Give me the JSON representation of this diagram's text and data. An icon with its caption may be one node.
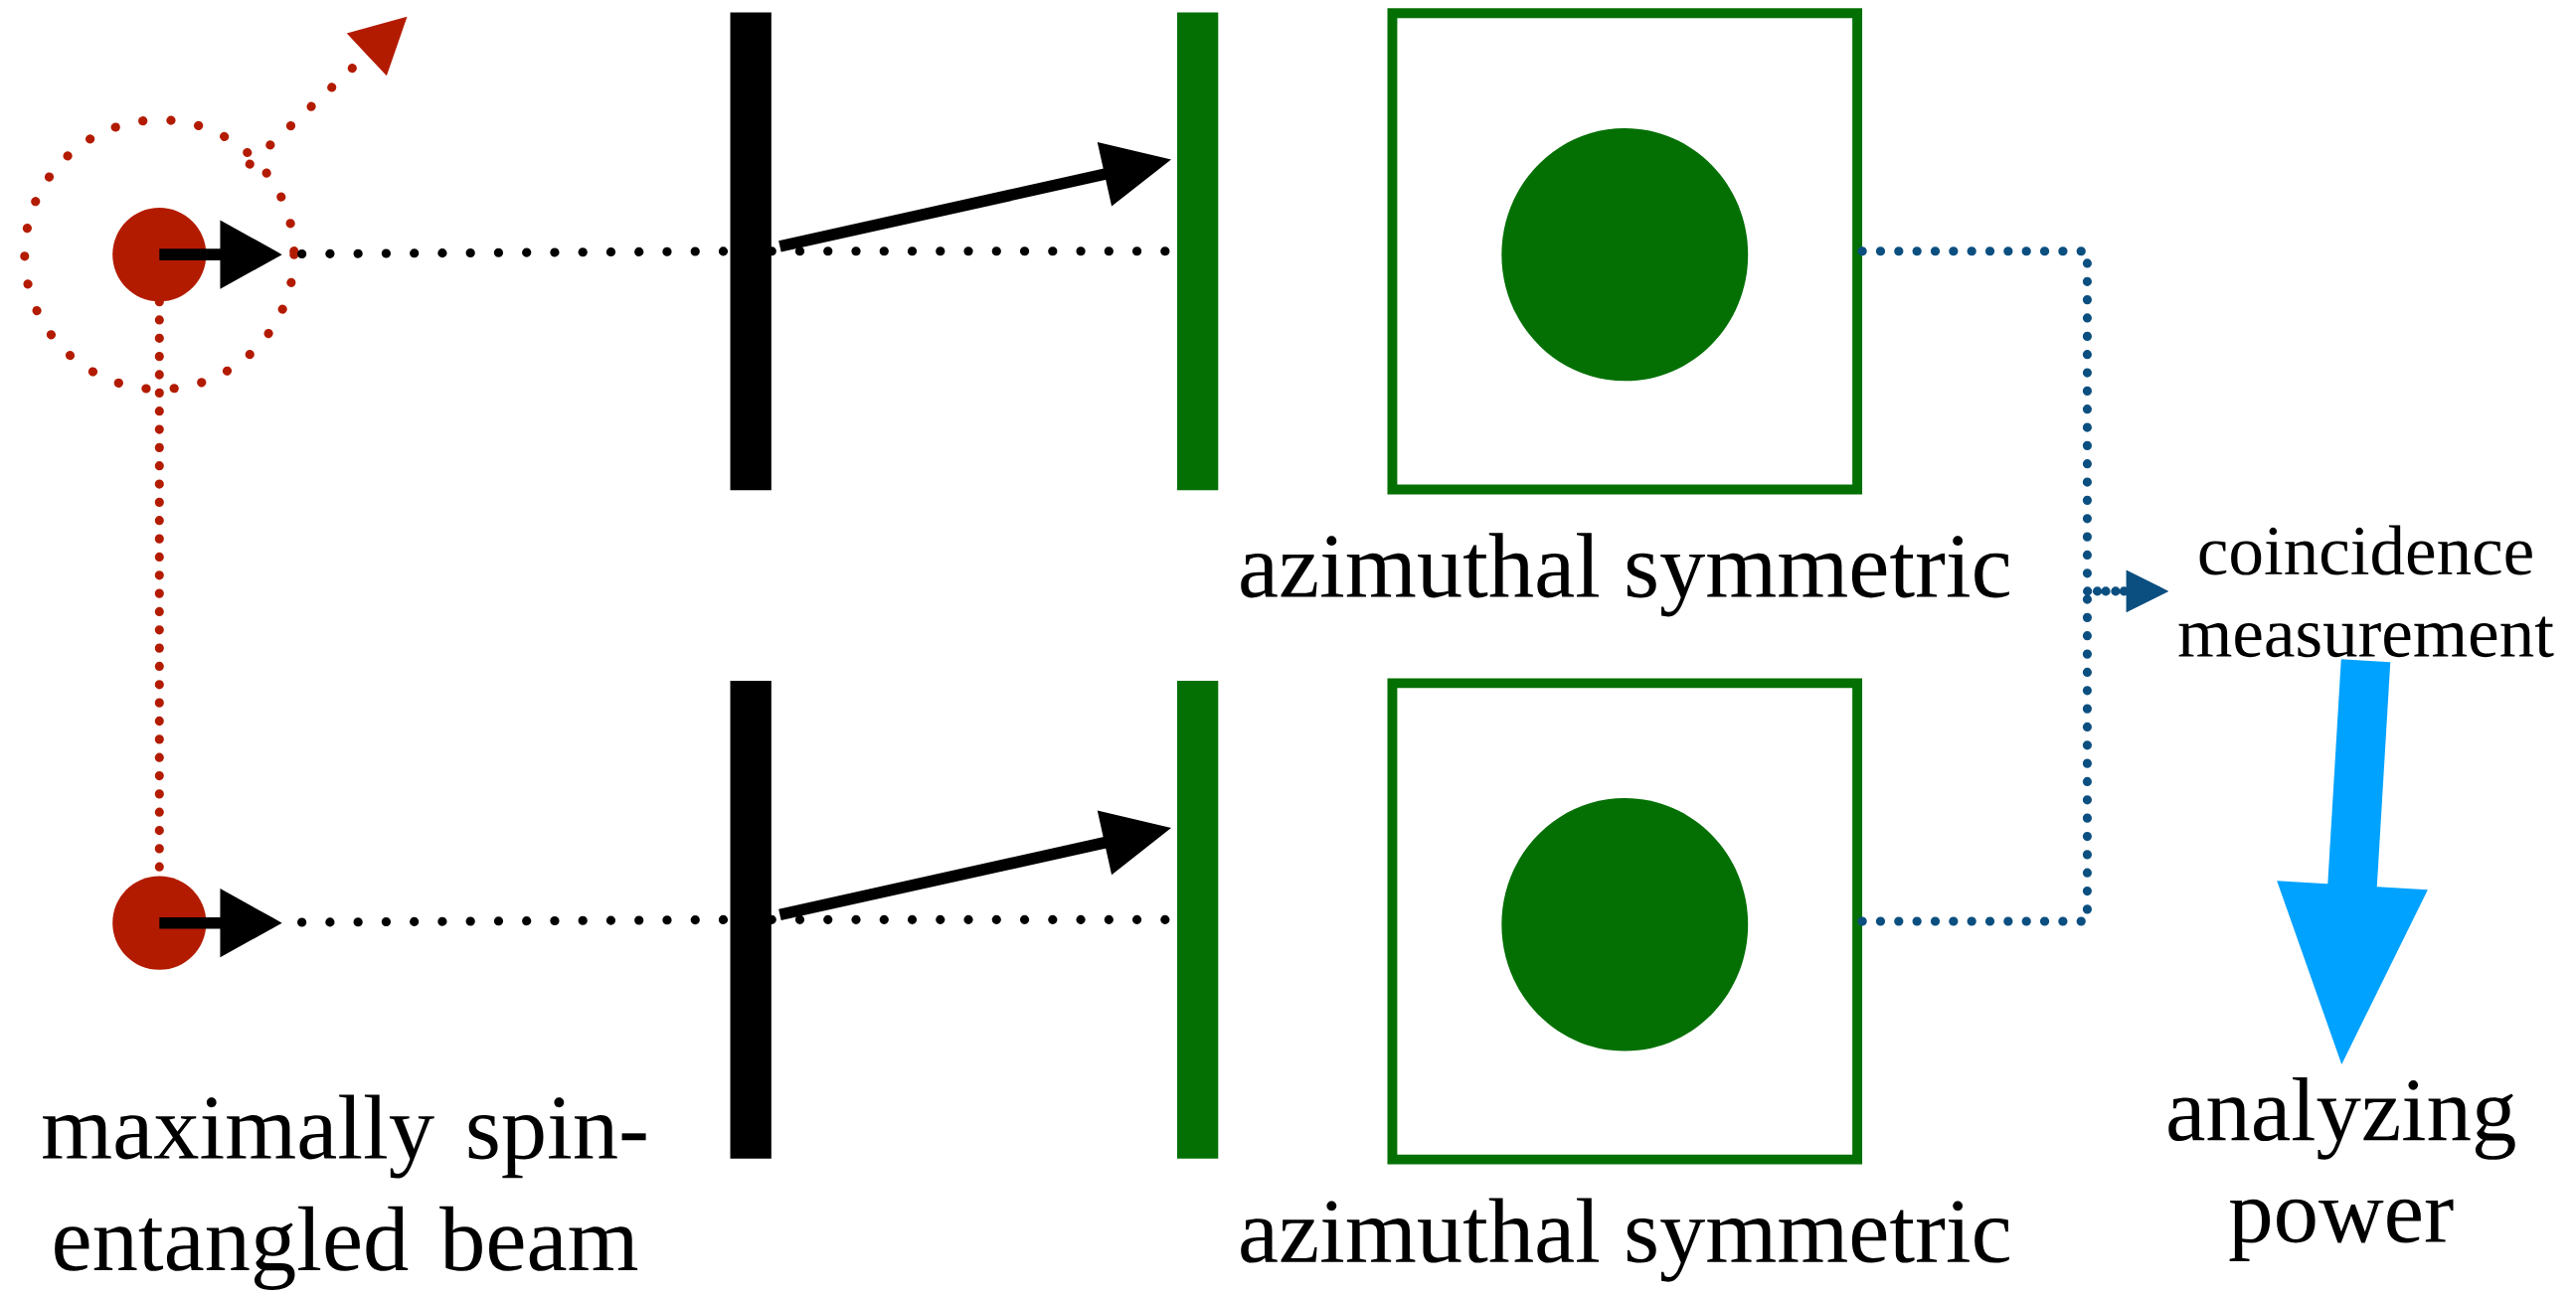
{
  "diagram": {
    "nodes": [
      {
        "text": [],
        "shape": "circle"
      },
      {
        "text": [],
        "shape": "circle"
      },
      {
        "text": [],
        "shape": "bar"
      },
      {
        "text": [],
        "shape": "bar"
      },
      {
        "text": [],
        "shape": "bar"
      },
      {
        "text": [],
        "shape": "bar"
      },
      {
        "text": [],
        "shape": "box",
        "beside": [
          "azimuthal symmetric"
        ]
      },
      {
        "text": [],
        "shape": "box",
        "beside": [
          "azimuthal symmetric"
        ]
      },
      {
        "text": [
          "coincidence measurement"
        ]
      },
      {
        "text": [
          "analyzing power"
        ]
      }
    ],
    "edges": [
      {
        "from": 0,
        "to": 1,
        "arrow": "none",
        "style": "dashed",
        "color": "#b31b00"
      },
      {
        "from": 0,
        "to": 2,
        "arrow": "none",
        "style": "dashed"
      },
      {
        "from": 2,
        "to": 4,
        "arrow": "none",
        "style": "dashed"
      },
      {
        "from": 2,
        "to": 4,
        "arrow": "to"
      },
      {
        "from": 1,
        "to": 3,
        "arrow": "none",
        "style": "dashed"
      },
      {
        "from": 3,
        "to": 5,
        "arrow": "none",
        "style": "dashed"
      },
      {
        "from": 3,
        "to": 5,
        "arrow": "to"
      },
      {
        "from": 6,
        "to": 8,
        "arrow": "to",
        "style": "dashed",
        "color": "#0b4f80"
      },
      {
        "from": 7,
        "to": 8,
        "arrow": "to",
        "style": "dashed",
        "color": "#0b4f80"
      },
      {
        "from": 8,
        "to": 9,
        "arrow": "to",
        "style": "thick",
        "color": "#00a2ff"
      }
    ],
    "labels": [
      "maximally spin-entangled beam"
    ]
  }
}
